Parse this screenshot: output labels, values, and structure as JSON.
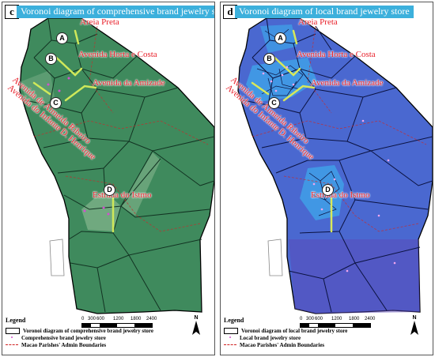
{
  "panels": [
    {
      "letter": "c",
      "title": "Voronoi diagram of comprehensive brand jewelry store",
      "colors": {
        "fill": "#3f8a5d",
        "edge": "#123322",
        "road": "#cfe85a"
      },
      "streets": {
        "areia": "Areia Preta",
        "horta": "Avenida Horta e Costa",
        "amizade": "Avenida da Amizade",
        "almeida": "Avenida de Almeida Ribeiro",
        "infante": "Avenida do Infante D. Henrique",
        "istmo": "Estrada do Istmo"
      },
      "areas": {
        "a": "A",
        "b": "B",
        "c": "C",
        "d": "D"
      },
      "legend": {
        "title": "Legend",
        "voronoi": "Voronoi diagram of comprehensive brand jewelry store",
        "stores": "Comprehensive brand jewelry store",
        "boundaries": "Macao Parishes' Admin Boundaries"
      }
    },
    {
      "letter": "d",
      "title": "Voronoi diagram of local brand jewelry store",
      "colors": {
        "fill": "#4a68d0",
        "edge": "#0b1240",
        "road": "#d8e85a"
      },
      "streets": {
        "areia": "Areia Preta",
        "horta": "Avenida Horta e Costa",
        "amizade": "Avenida da Amizade",
        "almeida": "Avenida de Almeida Ribeiro",
        "infante": "Avenida do Infante D. Henrique",
        "istmo": "Estrada do Istmo"
      },
      "areas": {
        "a": "A",
        "b": "B",
        "c": "C",
        "d": "D"
      },
      "legend": {
        "title": "Legend",
        "voronoi": "Voronoi diagram of local brand jewelry store",
        "stores": "Local brand jewelry store",
        "boundaries": "Macao Parishes' Admin Boundaries"
      }
    }
  ],
  "scale": {
    "ticks": [
      "0",
      "300",
      "600",
      "1200",
      "1800",
      "2400"
    ],
    "unit": "m"
  },
  "north": "N"
}
